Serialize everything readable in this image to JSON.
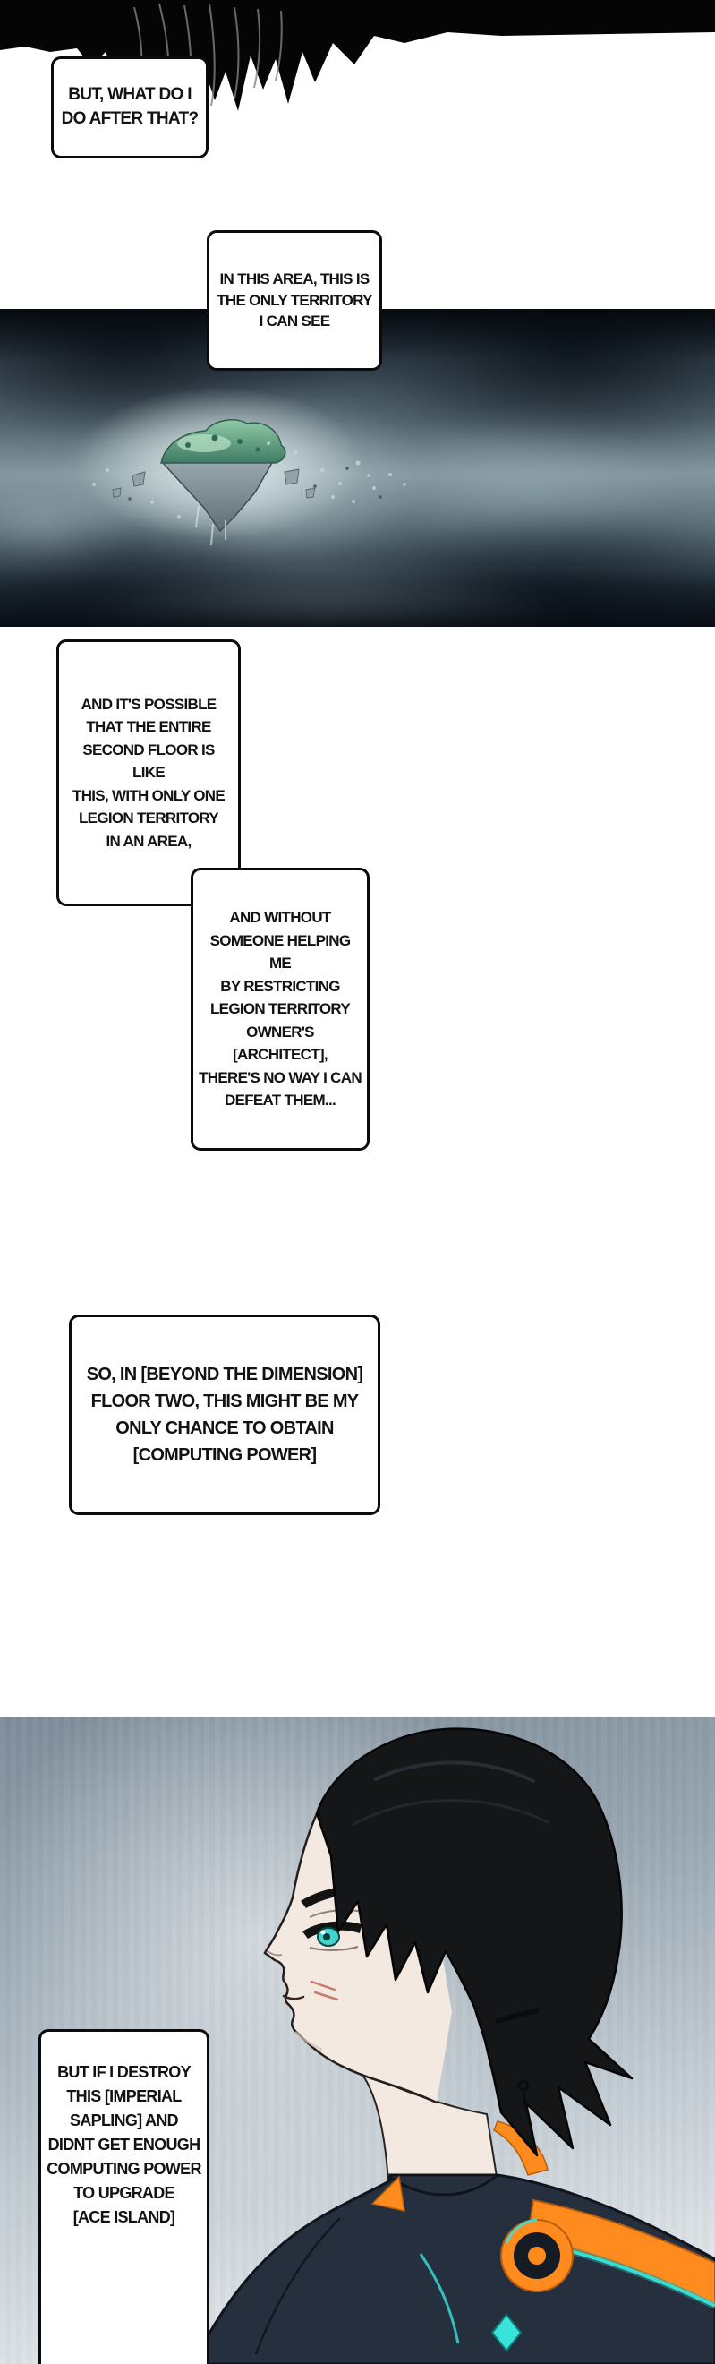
{
  "colors": {
    "page_background": "#ffffff",
    "bubble_fill": "#ffffff",
    "bubble_border": "#0b0b0b",
    "silhouette_black": "#050505",
    "sky_dark": "#1d2934",
    "sky_light": "#84979e",
    "island_teal": "#4f9a82",
    "island_rock": "#8d9ba1",
    "hair_black": "#151617",
    "skin": "#f3e9e0",
    "eye_teal": "#46d3cc",
    "jacket_navy": "#262f3d",
    "accent_orange": "#ff8a1e",
    "accent_teal": "#38e4da"
  },
  "bubbles": [
    {
      "id": "bubble-1",
      "text": "BUT, WHAT DO I\nDO AFTER THAT?"
    },
    {
      "id": "bubble-2",
      "text": "IN THIS AREA, THIS IS\nTHE ONLY TERRITORY\nI CAN SEE"
    },
    {
      "id": "bubble-3",
      "text": "AND IT'S POSSIBLE\nTHAT THE ENTIRE\nSECOND FLOOR IS LIKE\nTHIS, WITH ONLY ONE\nLEGION TERRITORY\nIN AN AREA,"
    },
    {
      "id": "bubble-4",
      "text": "AND WITHOUT\nSOMEONE HELPING ME\nBY RESTRICTING\nLEGION TERRITORY\nOWNER'S [ARCHITECT],\nTHERE'S NO WAY I CAN\nDEFEAT THEM..."
    },
    {
      "id": "bubble-5",
      "text": "SO, IN [BEYOND THE DIMENSION]\nFLOOR TWO, THIS MIGHT BE MY\nONLY CHANCE TO OBTAIN\n[COMPUTING POWER]"
    },
    {
      "id": "bubble-6",
      "text": "BUT IF I DESTROY\nTHIS [IMPERIAL\nSAPLING] AND\nDIDNT GET ENOUGH\nCOMPUTING POWER\nTO UPGRADE\n[ACE ISLAND]"
    }
  ]
}
